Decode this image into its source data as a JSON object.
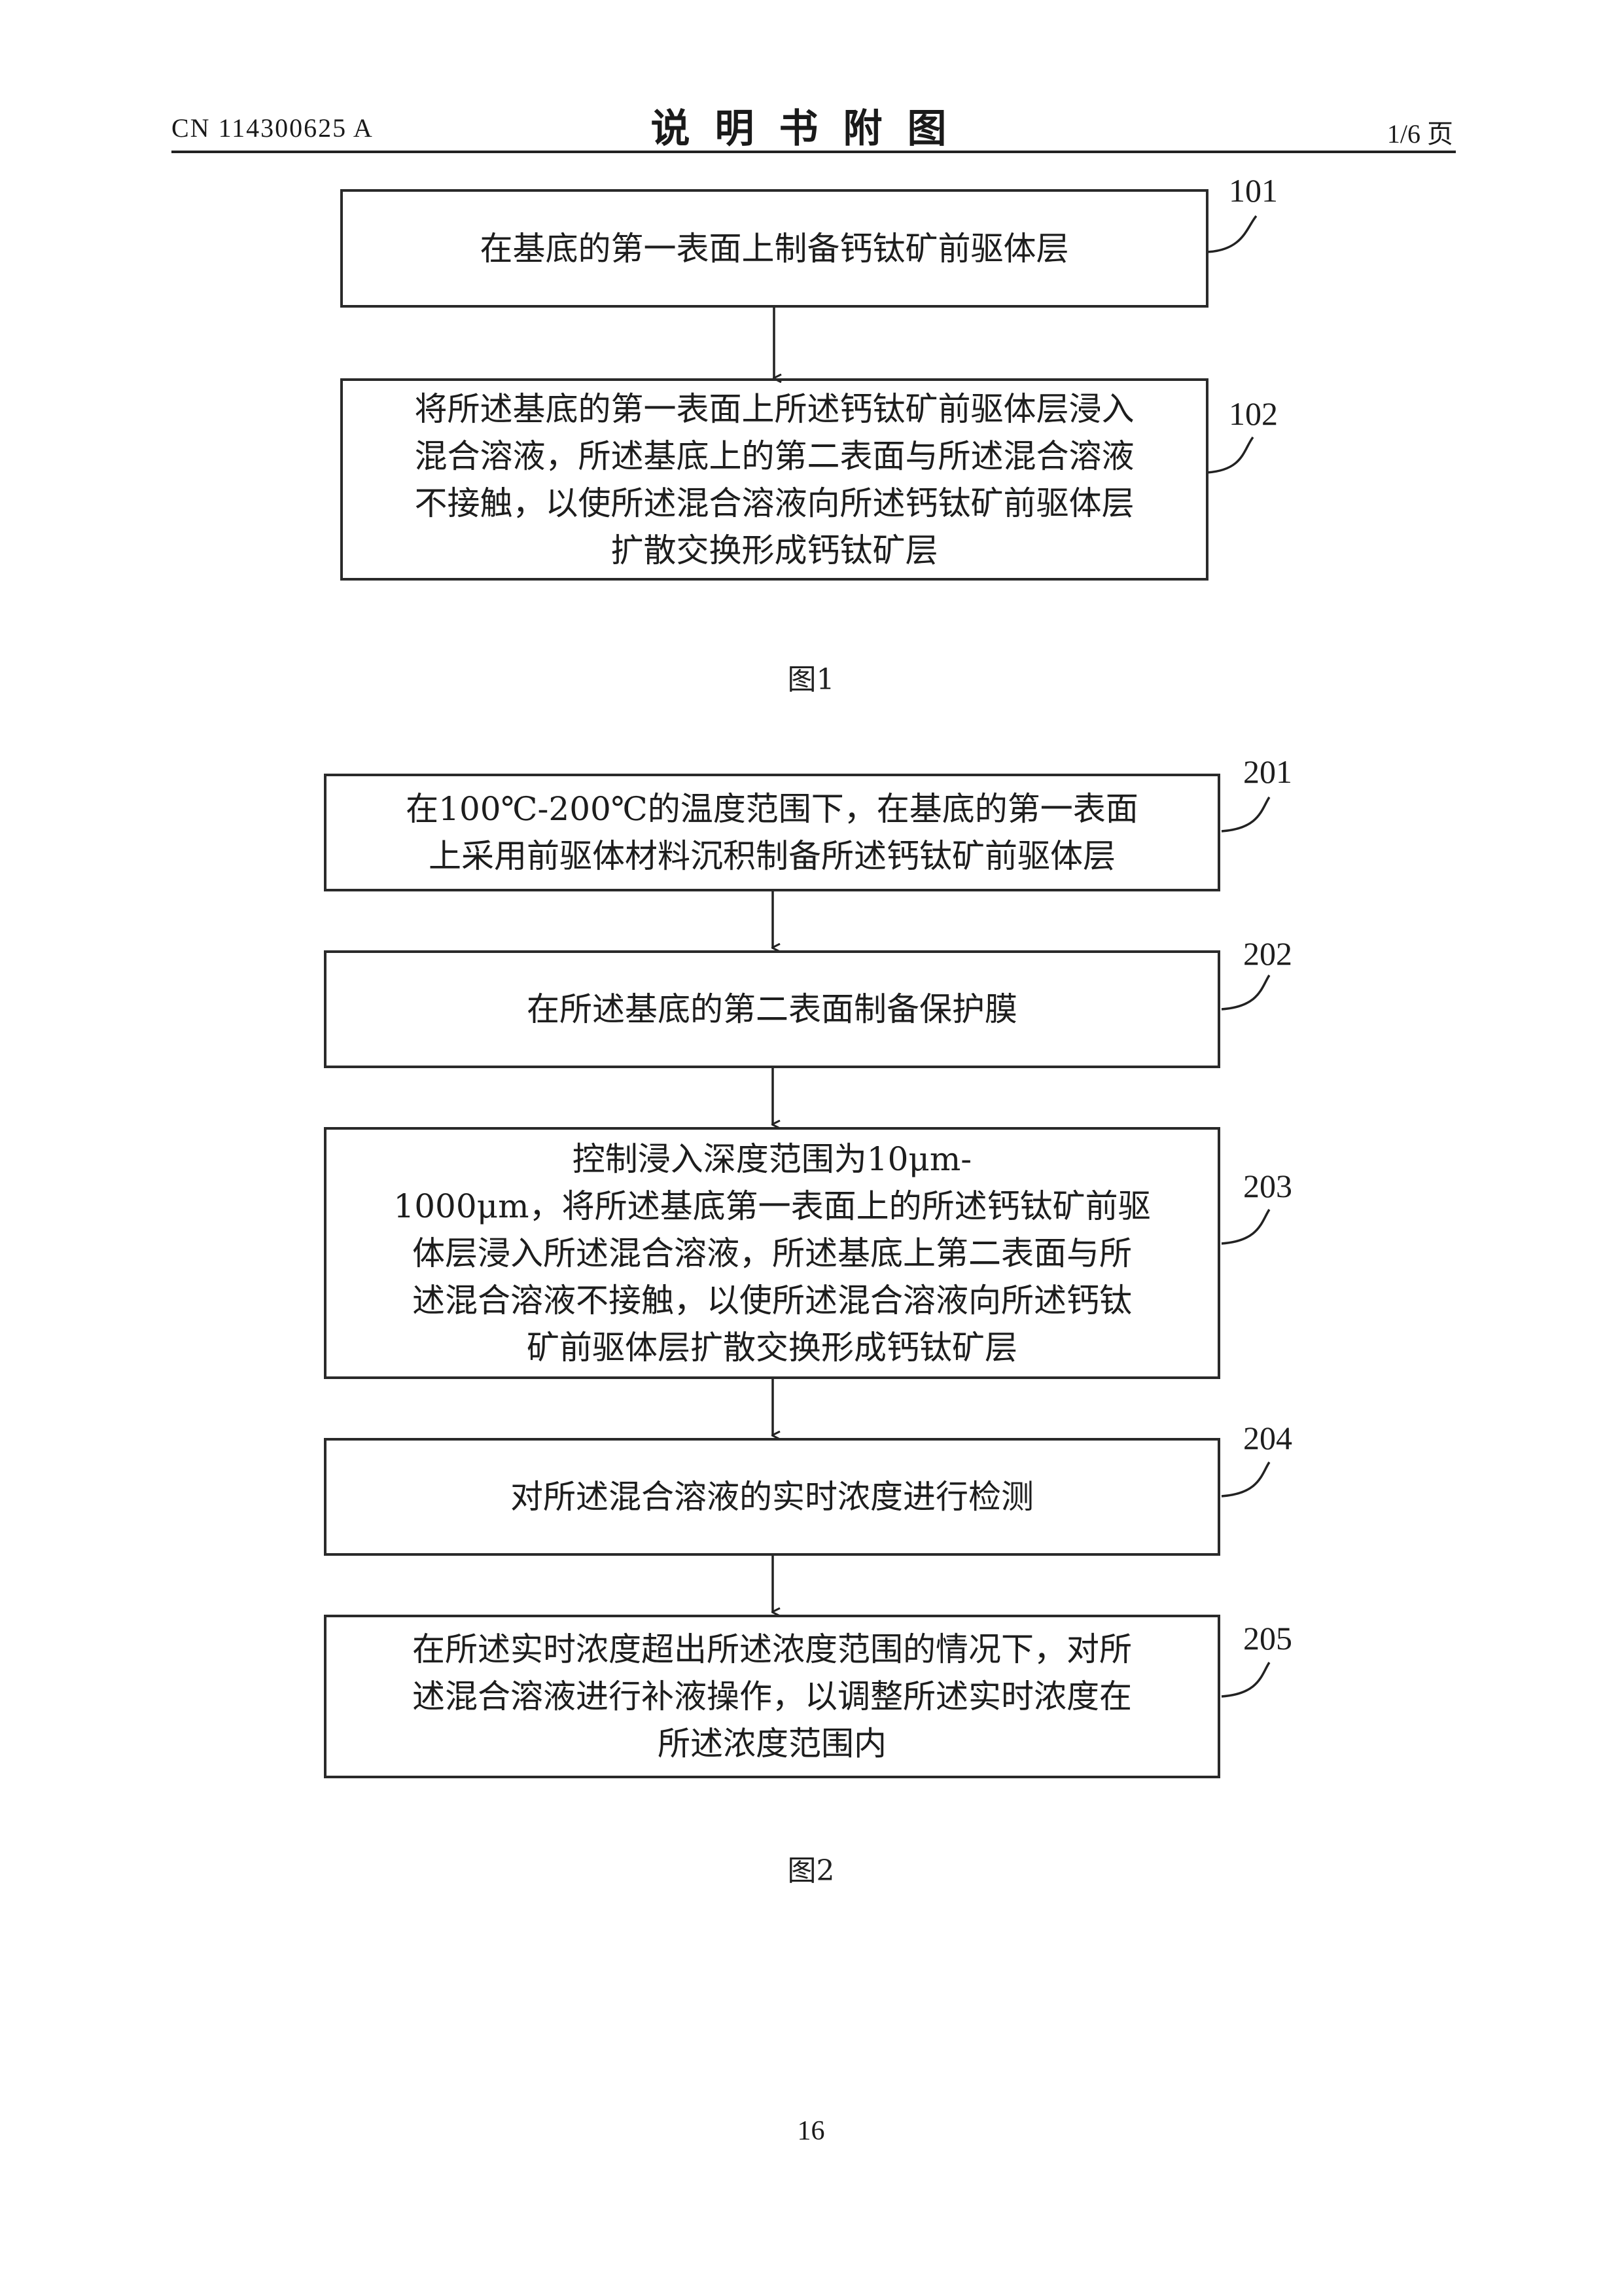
{
  "header": {
    "publication_number": "CN 114300625 A",
    "title": "说明书附图",
    "page_ratio": "1/6 页"
  },
  "figure1": {
    "caption": "图1",
    "steps": [
      {
        "label": "101",
        "lines": [
          "在基底的第一表面上制备钙钛矿前驱体层"
        ]
      },
      {
        "label": "102",
        "lines": [
          "将所述基底的第一表面上所述钙钛矿前驱体层浸入",
          "混合溶液，所述基底上的第二表面与所述混合溶液",
          "不接触，以使所述混合溶液向所述钙钛矿前驱体层",
          "扩散交换形成钙钛矿层"
        ]
      }
    ]
  },
  "figure2": {
    "caption": "图2",
    "steps": [
      {
        "label": "201",
        "lines": [
          "在100℃-200℃的温度范围下，在基底的第一表面",
          "上采用前驱体材料沉积制备所述钙钛矿前驱体层"
        ]
      },
      {
        "label": "202",
        "lines": [
          "在所述基底的第二表面制备保护膜"
        ]
      },
      {
        "label": "203",
        "lines": [
          "控制浸入深度范围为10μm-",
          "1000μm，将所述基底第一表面上的所述钙钛矿前驱",
          "体层浸入所述混合溶液，所述基底上第二表面与所",
          "述混合溶液不接触，以使所述混合溶液向所述钙钛",
          "矿前驱体层扩散交换形成钙钛矿层"
        ]
      },
      {
        "label": "204",
        "lines": [
          "对所述混合溶液的实时浓度进行检测"
        ]
      },
      {
        "label": "205",
        "lines": [
          "在所述实时浓度超出所述浓度范围的情况下，对所",
          "述混合溶液进行补液操作，以调整所述实时浓度在",
          "所述浓度范围内"
        ]
      }
    ]
  },
  "footer": {
    "page_number": "16"
  }
}
